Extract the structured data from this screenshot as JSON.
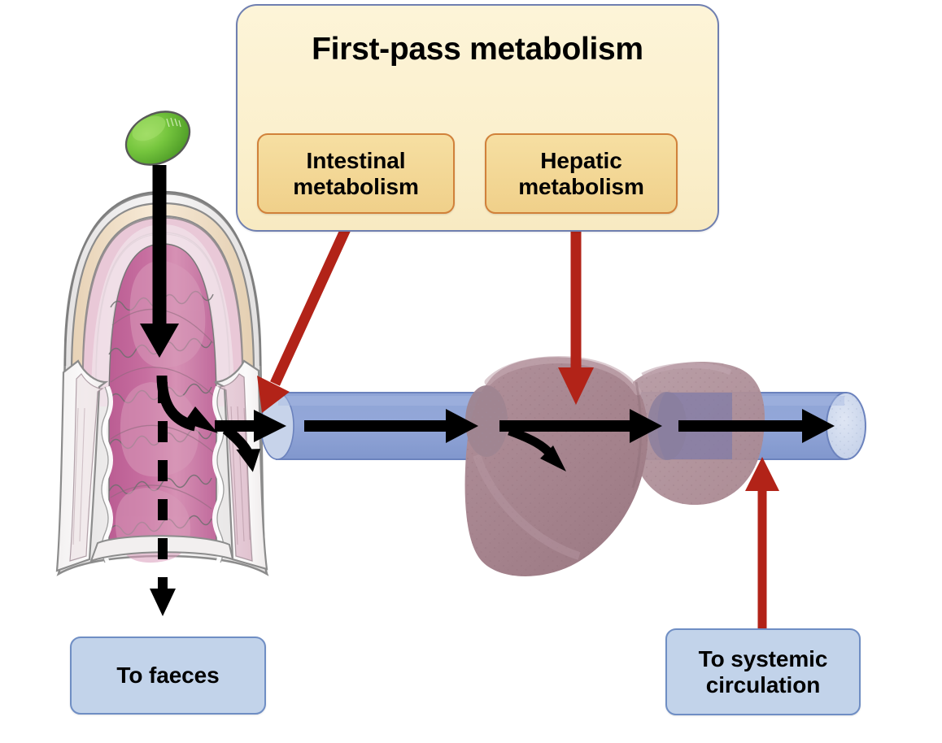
{
  "diagram": {
    "title": "First-pass metabolism",
    "type": "biomedical-flow-diagram",
    "background_color": "#ffffff"
  },
  "panel": {
    "title": "First-pass metabolism",
    "fill_color": "#fbf0cd",
    "border_color": "#6f7fb0",
    "sub_boxes": [
      {
        "label": "Intestinal\nmetabolism",
        "line1": "Intestinal",
        "line2": "metabolism",
        "fill_color": "#f0d08a",
        "border_color": "#d1813a"
      },
      {
        "label": "Hepatic\nmetabolism",
        "line1": "Hepatic",
        "line2": "metabolism",
        "fill_color": "#f0d08a",
        "border_color": "#d1813a"
      }
    ]
  },
  "outcome_boxes": [
    {
      "name": "to-faeces",
      "label": "To faeces",
      "line1": "To faeces",
      "line2": "",
      "fill_color": "#c2d3ea",
      "border_color": "#6f8ec4"
    },
    {
      "name": "to-systemic-circulation",
      "label": "To systemic circulation",
      "line1": "To systemic",
      "line2": "circulation",
      "fill_color": "#c2d3ea",
      "border_color": "#6f8ec4"
    }
  ],
  "anatomy": [
    {
      "name": "drug-capsule",
      "kind": "green-pill",
      "color": "#62b233"
    },
    {
      "name": "intestine-cross-section",
      "kind": "intestine",
      "mucosa_color": "#c4689a",
      "serosa_color": "#f0dcc0",
      "lumen_color": "#f2e6ea"
    },
    {
      "name": "blood-vessel",
      "kind": "portal-vein-tube",
      "color": "#8aa0d4",
      "cap_color": "#ccd6ec"
    },
    {
      "name": "liver",
      "kind": "liver",
      "color": "#a9868f"
    }
  ],
  "arrows": [
    {
      "name": "capsule-to-intestine",
      "style": "solid",
      "color": "#000000",
      "from": "drug capsule",
      "to": "intestinal lumen"
    },
    {
      "name": "absorption-curve",
      "style": "solid-curved",
      "color": "#000000",
      "from": "intestinal lumen",
      "to": "intestinal wall"
    },
    {
      "name": "unabsorbed-drug",
      "style": "dashed",
      "color": "#000000",
      "from": "intestinal lumen",
      "to": "To faeces"
    },
    {
      "name": "intestine-to-portal-vein",
      "style": "solid",
      "color": "#000000",
      "from": "intestinal wall",
      "to": "portal vein"
    },
    {
      "name": "gut-wall-loss",
      "style": "solid-curved",
      "color": "#000000",
      "from": "intestinal wall",
      "to": "gut-wall metabolism"
    },
    {
      "name": "portal-vein-to-liver",
      "style": "solid",
      "color": "#000000",
      "from": "portal vein",
      "to": "liver"
    },
    {
      "name": "through-liver",
      "style": "solid",
      "color": "#000000",
      "from": "liver inlet",
      "to": "liver outlet"
    },
    {
      "name": "hepatic-loss",
      "style": "solid-curved",
      "color": "#000000",
      "from": "liver inlet",
      "to": "hepatic metabolism"
    },
    {
      "name": "liver-to-systemic",
      "style": "solid",
      "color": "#000000",
      "from": "liver outlet",
      "to": "systemic circulation"
    },
    {
      "name": "intestinal-metabolism-pointer",
      "style": "solid",
      "color": "#b22318",
      "from": "Intestinal metabolism",
      "to": "intestinal wall"
    },
    {
      "name": "hepatic-metabolism-pointer",
      "style": "solid",
      "color": "#b22318",
      "from": "Hepatic metabolism",
      "to": "liver"
    },
    {
      "name": "systemic-circulation-pointer",
      "style": "solid",
      "color": "#b22318",
      "from": "To systemic circulation",
      "to": "blood vessel"
    }
  ],
  "colors": {
    "red_accent": "#b22318",
    "black": "#000000",
    "panel_yellow": "#fbf0cd",
    "sub_yellow": "#f0d08a",
    "blue_label": "#c2d3ea",
    "vessel_blue": "#8aa0d4",
    "liver_mauve": "#a9868f",
    "capsule_green": "#62b233"
  }
}
